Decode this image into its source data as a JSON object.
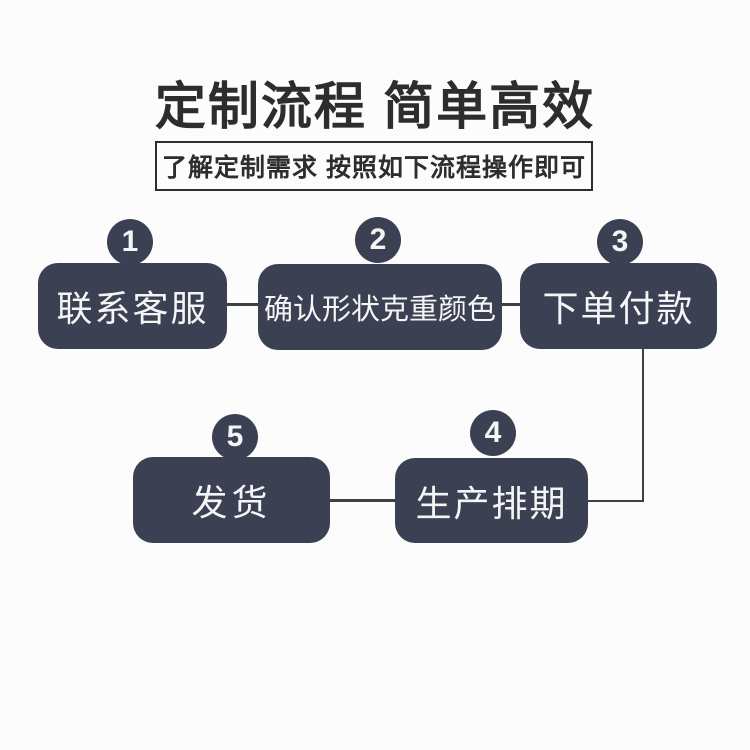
{
  "header": {
    "title": "定制流程 简单高效",
    "subtitle": "了解定制需求 按照如下流程操作即可"
  },
  "flow": {
    "steps": [
      {
        "number": "1",
        "label": "联系客服"
      },
      {
        "number": "2",
        "label": "确认形状克重颜色"
      },
      {
        "number": "3",
        "label": "下单付款"
      },
      {
        "number": "4",
        "label": "生产排期"
      },
      {
        "number": "5",
        "label": "发货"
      }
    ]
  },
  "colors": {
    "step_box_fill": "#3b4153",
    "badge_fill": "#3b4153",
    "title_text": "#2d2d2d",
    "box_text": "#f5f5f6",
    "connector": "#3b4049",
    "background": "#fcfcfc"
  }
}
